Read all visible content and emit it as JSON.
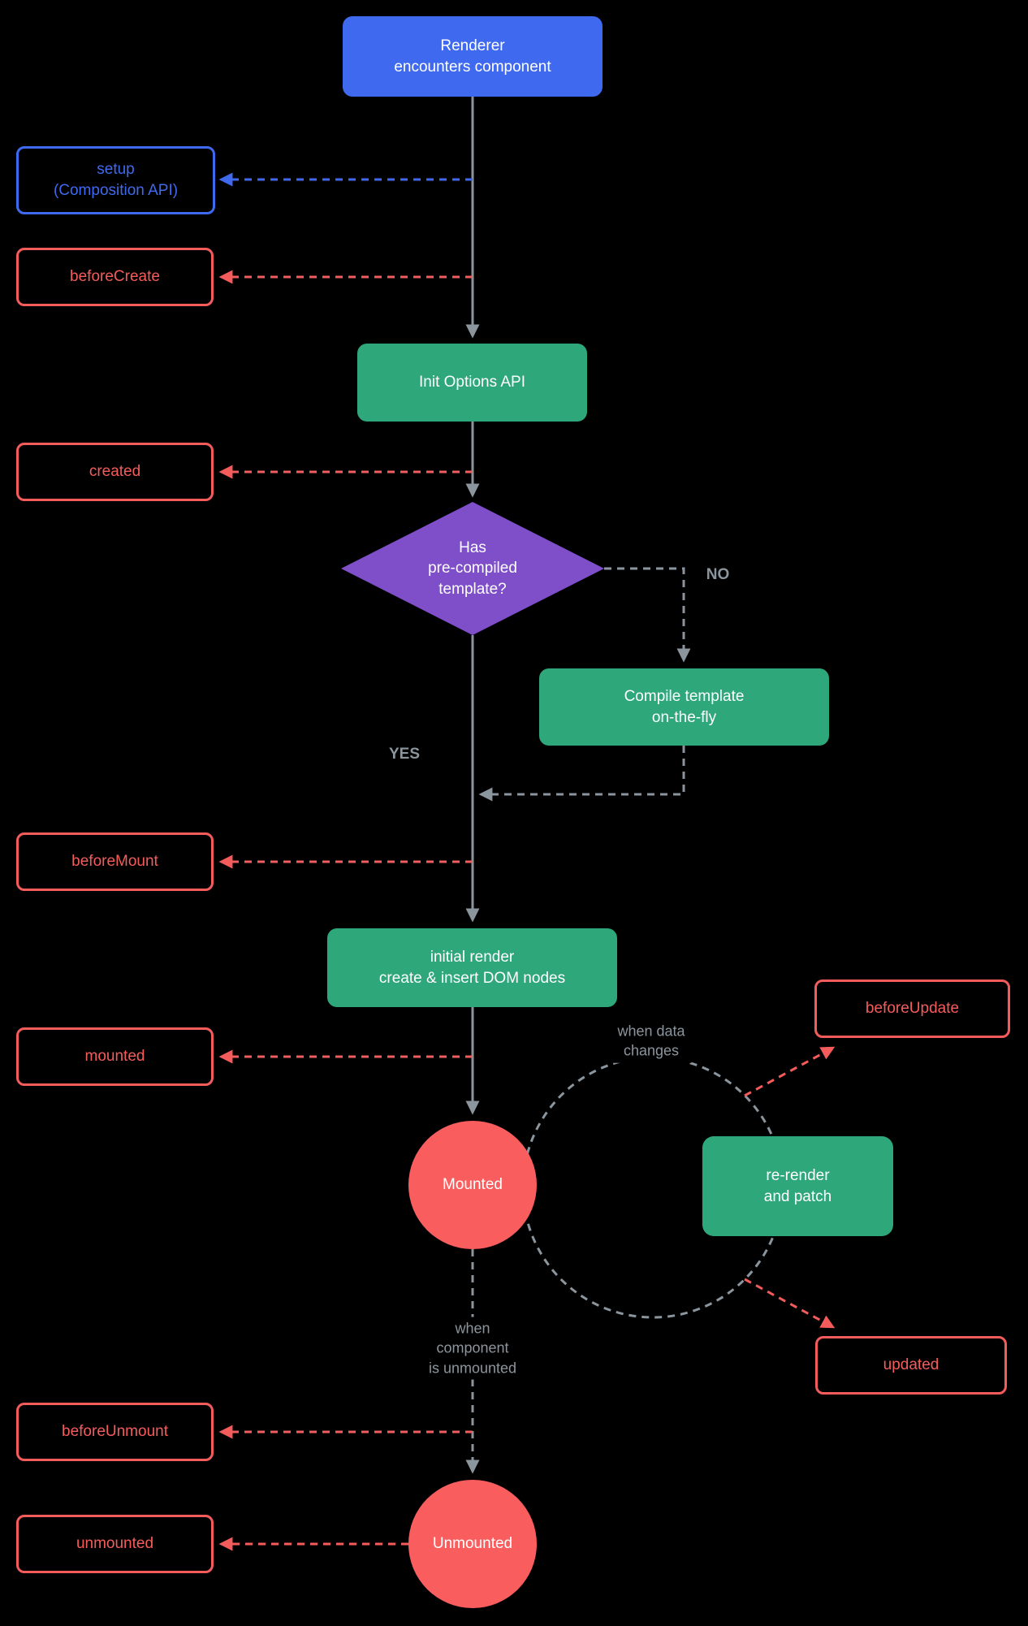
{
  "colors": {
    "bg": "#000000",
    "blue": "#3F6AF0",
    "green": "#2EA77B",
    "purple": "#7E4FC8",
    "red": "#F45C5C",
    "red-fill": "#FA5D5D",
    "gray": "#8B959D"
  },
  "nodes": {
    "renderer": {
      "label": "Renderer\nencounters component"
    },
    "setup": {
      "label": "setup\n(Composition API)"
    },
    "before_create": {
      "label": "beforeCreate"
    },
    "init_options": {
      "label": "Init Options API"
    },
    "created": {
      "label": "created"
    },
    "has_template": {
      "label": "Has\npre-compiled\ntemplate?"
    },
    "compile": {
      "label": "Compile template\non-the-fly"
    },
    "before_mount": {
      "label": "beforeMount"
    },
    "initial_render": {
      "label": "initial render\ncreate & insert DOM nodes"
    },
    "mounted_hook": {
      "label": "mounted"
    },
    "before_update": {
      "label": "beforeUpdate"
    },
    "mounted_state": {
      "label": "Mounted"
    },
    "rerender": {
      "label": "re-render\nand patch"
    },
    "updated": {
      "label": "updated"
    },
    "before_unmount": {
      "label": "beforeUnmount"
    },
    "unmounted_hook": {
      "label": "unmounted"
    },
    "unmounted_state": {
      "label": "Unmounted"
    }
  },
  "labels": {
    "yes": "YES",
    "no": "NO",
    "when_data_changes": "when data\nchanges",
    "when_unmounted": "when\ncomponent\nis unmounted"
  }
}
